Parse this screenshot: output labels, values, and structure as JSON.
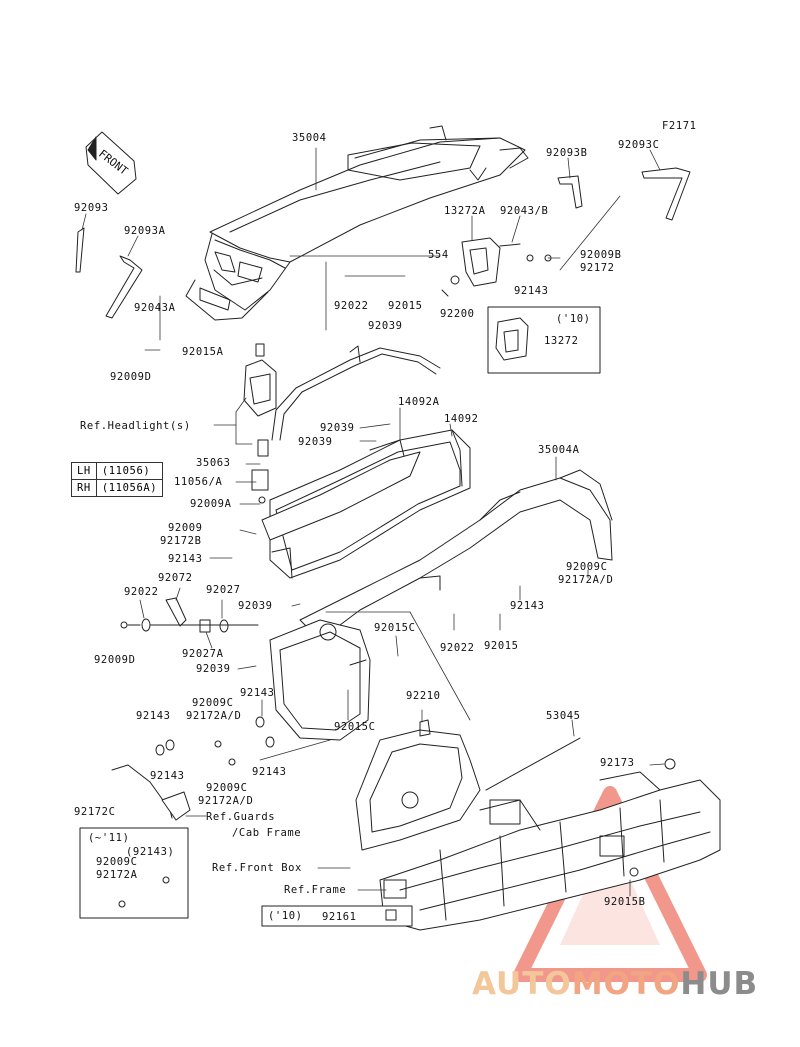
{
  "diagram": {
    "figure_code": "F2171",
    "front_marker": "FRONT",
    "callouts": {
      "c35004": "35004",
      "c92093": "92093",
      "c92093A": "92093A",
      "c92093B": "92093B",
      "c92093C": "92093C",
      "c13272A": "13272A",
      "c92043B": "92043/B",
      "c554": "554",
      "c92009B": "92009B",
      "c92172": "92172",
      "c92143_top": "92143",
      "c92022_top": "92022",
      "c92015_top": "92015",
      "c92200": "92200",
      "c92043A": "92043A",
      "c92009D_top": "92009D",
      "c92015A": "92015A",
      "c92039_top": "92039",
      "c13272": "13272",
      "c14092A": "14092A",
      "c14092": "14092",
      "c92039_mid1": "92039",
      "c92039_mid2": "92039",
      "c35063": "35063",
      "c11056A": "11056/A",
      "c92009A": "92009A",
      "c35004A": "35004A",
      "c92009": "92009",
      "c92172B": "92172B",
      "c92143_mid": "92143",
      "c92072": "92072",
      "c92022_left": "92022",
      "c92027": "92027",
      "c92009C_right": "92009C",
      "c92172AD_right": "92172A/D",
      "c92143_right": "92143",
      "c92039_low": "92039",
      "c92009D_left": "92009D",
      "c92027A": "92027A",
      "c92015C_top": "92015C",
      "c92022_right": "92022",
      "c92015_right": "92015",
      "c92039_low2": "92039",
      "c92143_low1": "92143",
      "c92009C_low": "92009C",
      "c92172AD_low": "92172A/D",
      "c92015C_low": "92015C",
      "c92210": "92210",
      "c53045": "53045",
      "c92143_low2": "92143",
      "c92143_low3": "92143",
      "c92143_low4": "92143",
      "c92009C_bot": "92009C",
      "c92172AD_bot": "92172A/D",
      "c92173": "92173",
      "c92172C": "92172C",
      "c92015B": "92015B",
      "c92143_box": "(92143)",
      "c92009C_box": "92009C",
      "c92172A_box": "92172A",
      "c92161": "92161"
    },
    "references": {
      "headlights": "Ref.Headlight(s)",
      "guards": "Ref.Guards",
      "cab_frame": "/Cab Frame",
      "front_box": "Ref.Front Box",
      "frame": "Ref.Frame"
    },
    "year_notes": {
      "y10_top": "('10)",
      "y11": "(~'11)",
      "y10_bottom": "('10)"
    },
    "variant_table": {
      "rows": [
        {
          "side": "LH",
          "part": "(11056)"
        },
        {
          "side": "RH",
          "part": "(11056A)"
        }
      ]
    }
  },
  "watermark": {
    "part1": "AUTO",
    "part2": "MOTO",
    "part3": "HUB",
    "colors": {
      "auto": "#f3c79a",
      "moto": "#f2a582",
      "hub": "#8c8c8c",
      "logo": "#e8432e"
    }
  }
}
